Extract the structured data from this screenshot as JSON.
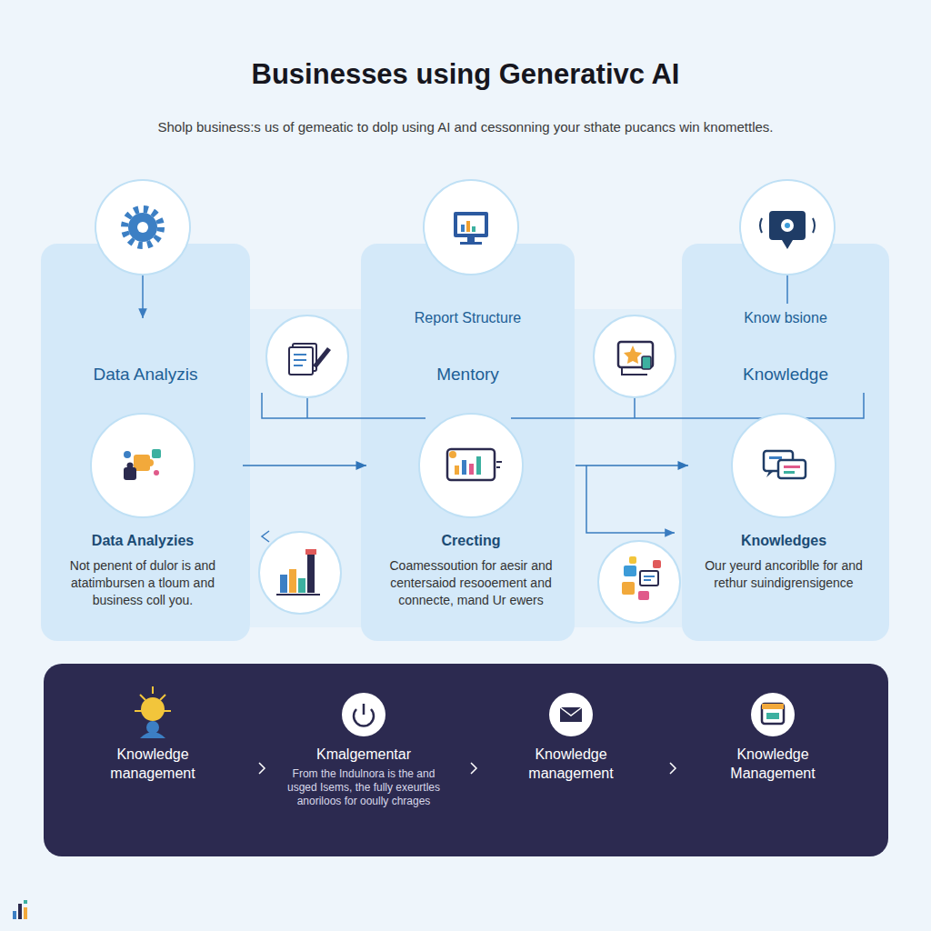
{
  "diagram": {
    "title": "Businesses using Generativc AI",
    "nodes": [
      {
        "text": [
          "Data Analyzis"
        ]
      },
      {
        "text": [
          "Data Analyzies",
          "Not penent of dulor is and atatimbursen a tloum and business coll you."
        ],
        "in": 0
      },
      {
        "text": [
          "Report Structure",
          "Mentory"
        ]
      },
      {
        "text": [
          "Crecting",
          "Coamessoution for aesir and centersaiod resooement and connecte, mand Ur ewers"
        ],
        "in": 2
      },
      {
        "text": [
          "Know bsione",
          "Knowledge"
        ]
      },
      {
        "text": [
          "Knowledges",
          "Our yeurd ancoriblle for and rethur suindigrensigence"
        ],
        "in": 4
      },
      {
        "text": []
      },
      {
        "text": [
          "Knowledge management"
        ],
        "in": 6
      },
      {
        "text": [
          "Kmalgementar",
          "From the Indulnora is the and usged Isems, the fully exeurtles anoriloos for ooully chrages"
        ],
        "in": 6
      },
      {
        "text": [
          "Knowledge management"
        ],
        "in": 6
      },
      {
        "text": [
          "Knowledge Management"
        ],
        "in": 6
      }
    ],
    "edges": [
      {
        "from": 1,
        "to": 3,
        "arrow": "to"
      },
      {
        "from": 3,
        "to": 5,
        "arrow": "to"
      }
    ],
    "labels": [
      "Sholp business:s us of gemeatic to dolp using AI and cessonning your sthate pucancs win knomettles."
    ]
  }
}
